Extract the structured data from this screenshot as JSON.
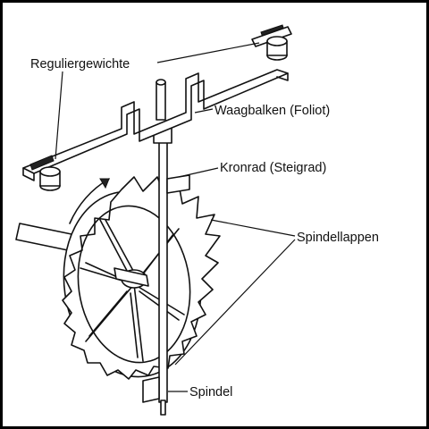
{
  "labels": {
    "weights": "Reguliergewichte",
    "foliot": "Waagbalken (Foliot)",
    "crown_wheel": "Kronrad (Steigrad)",
    "pallets": "Spindellappen",
    "spindle": "Spindel"
  }
}
